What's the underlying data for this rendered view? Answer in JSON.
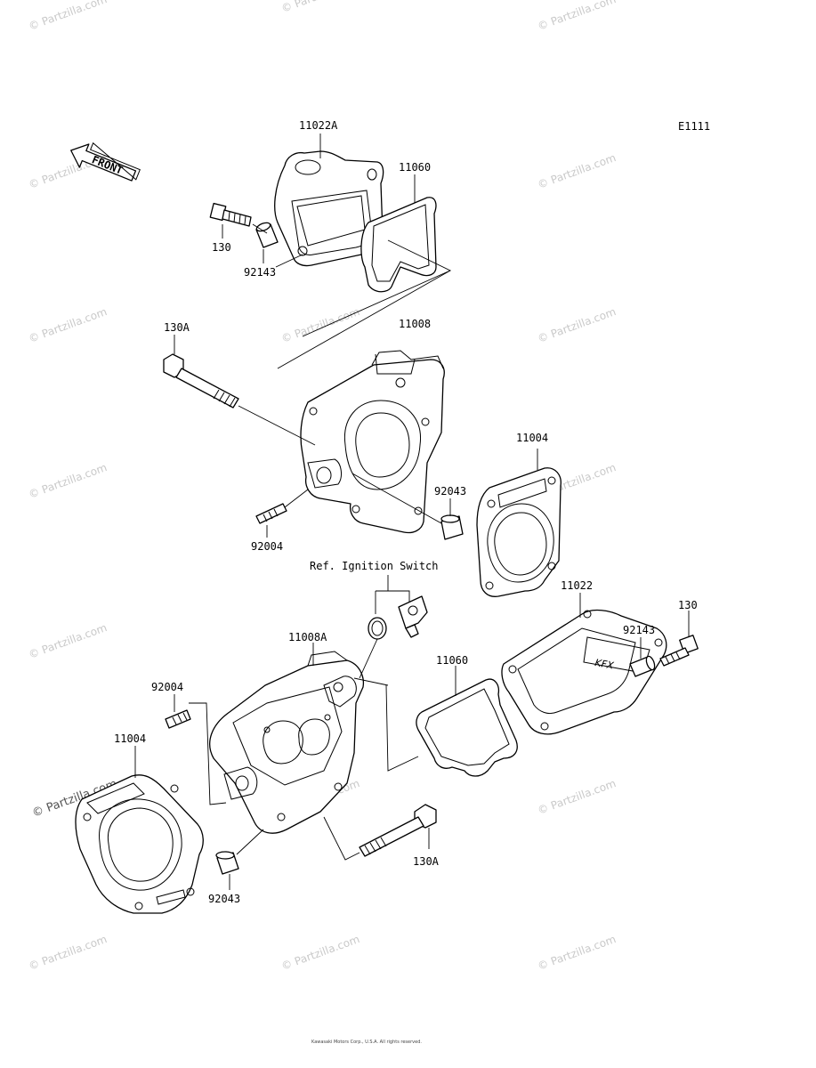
{
  "diagram_code": "E1111",
  "front_label": "FRONT",
  "ref_note": "Ref. Ignition Switch",
  "watermark": "© Partzilla.com",
  "copyright": "Kawasaki Motors Corp., U.S.A. All rights reserved.",
  "labels": {
    "p11022A": "11022A",
    "p11060_top": "11060",
    "p130_top": "130",
    "p92143_top": "92143",
    "p130A_top": "130A",
    "p11008": "11008",
    "p11004_right": "11004",
    "p92043_top": "92043",
    "p92004_top": "92004",
    "p11022": "11022",
    "p130_right": "130",
    "p92143_right": "92143",
    "p11008A": "11008A",
    "p11060_mid": "11060",
    "p92004_left": "92004",
    "p11004_left": "11004",
    "p130A_bottom": "130A",
    "p92043_bottom": "92043"
  }
}
